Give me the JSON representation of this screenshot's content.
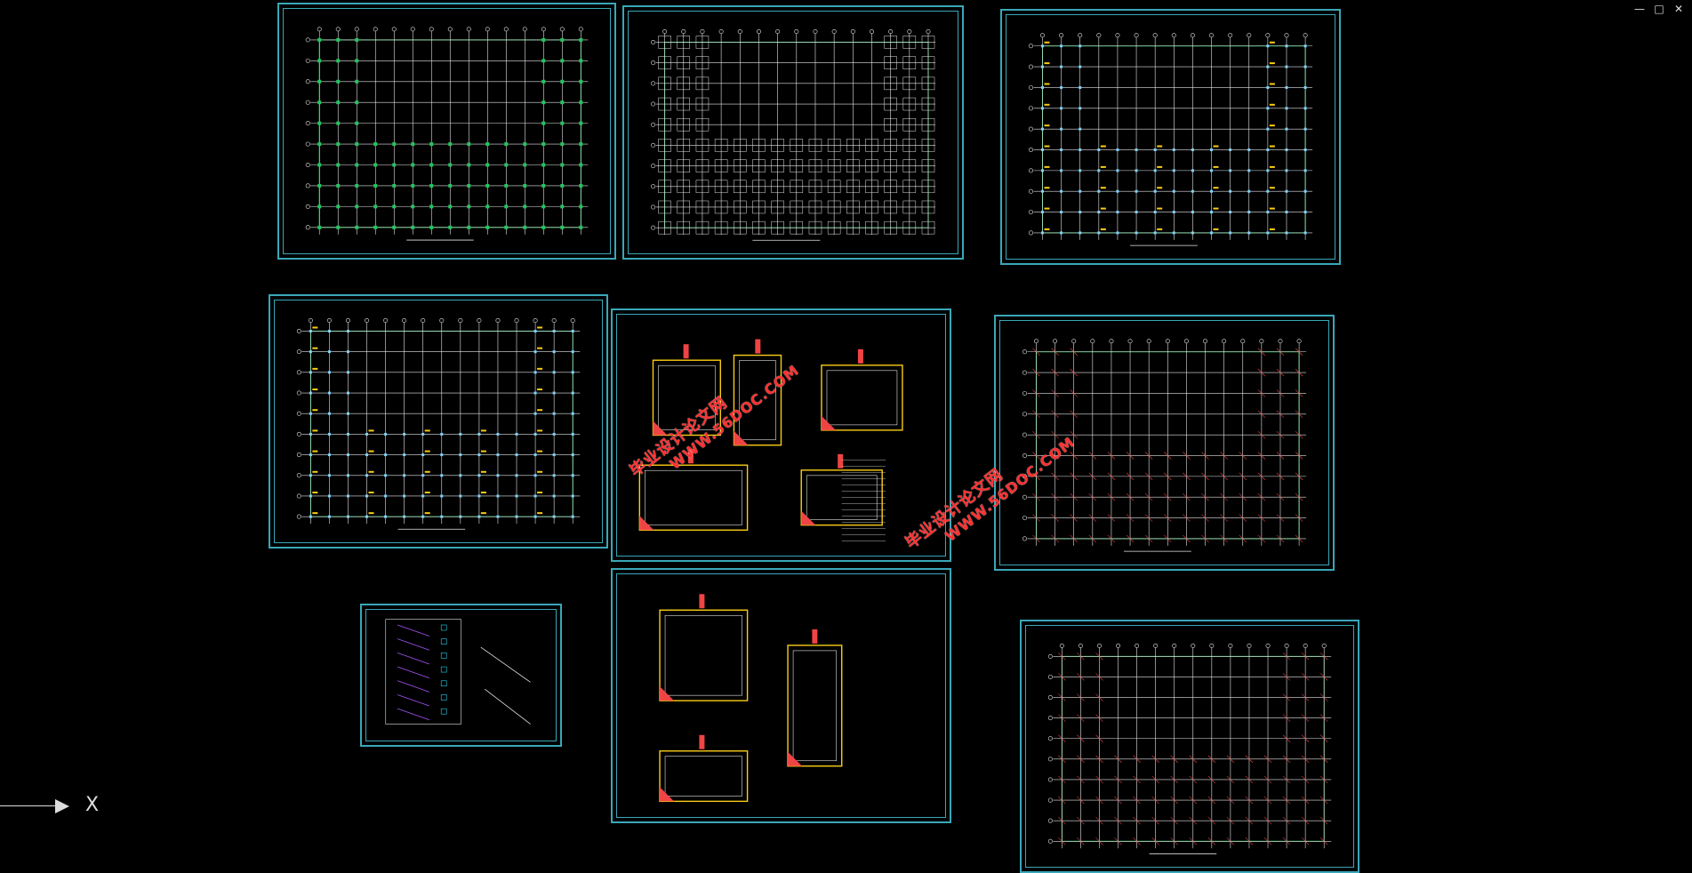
{
  "window_controls": {
    "minimize": "—",
    "restore": "□",
    "close": "✕"
  },
  "watermark": {
    "cn": "毕业设计论文网",
    "url": "WWW.56DOC.COM"
  },
  "ucs": {
    "axis_label": "X"
  },
  "colors": {
    "frame": "#3aa7b8",
    "grid": "#22c55e",
    "column": "#e5e5e5",
    "footing": "#facc15",
    "rebar": "#ef4444"
  }
}
